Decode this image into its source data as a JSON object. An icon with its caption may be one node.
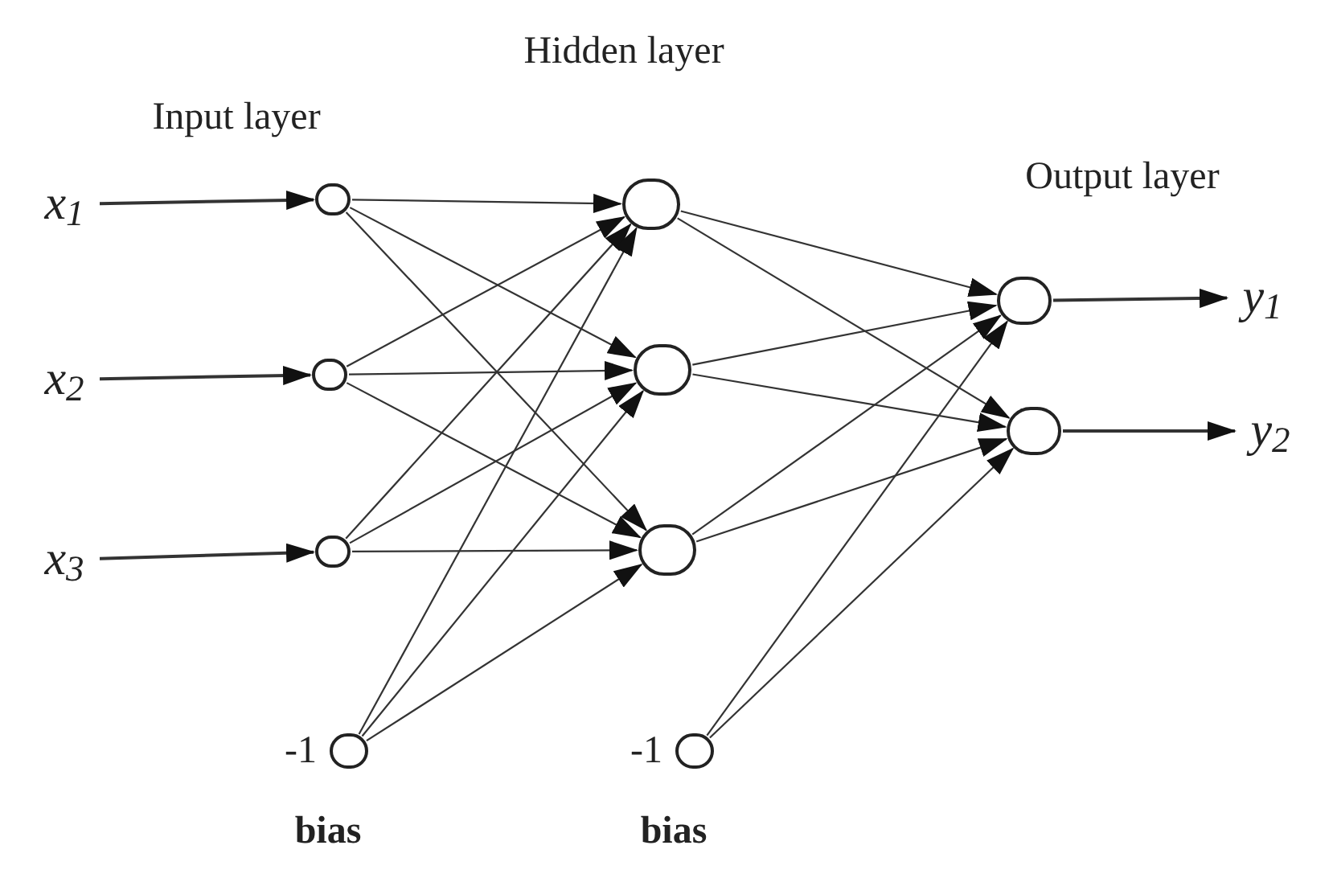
{
  "diagram": {
    "nodes": [
      {
        "text": [
          "x$_{1}$"
        ]
      },
      {
        "text": [
          "x$_{2}$"
        ]
      },
      {
        "text": [
          "x$_{3}$"
        ]
      },
      {
        "text": [],
        "shape": "circle"
      },
      {
        "text": [],
        "shape": "circle"
      },
      {
        "text": [],
        "shape": "circle"
      },
      {
        "text": [],
        "shape": "circle",
        "beside": [
          "-1",
          "bias"
        ]
      },
      {
        "text": [],
        "shape": "circle"
      },
      {
        "text": [],
        "shape": "circle"
      },
      {
        "text": [],
        "shape": "circle"
      },
      {
        "text": [],
        "shape": "circle",
        "beside": [
          "-1",
          "bias"
        ]
      },
      {
        "text": [],
        "shape": "circle"
      },
      {
        "text": [],
        "shape": "circle"
      },
      {
        "text": [
          "y$_{1}$"
        ]
      },
      {
        "text": [
          "y$_{2}$"
        ]
      }
    ],
    "edges": [
      {
        "from": 0,
        "to": 3,
        "arrow": "to"
      },
      {
        "from": 1,
        "to": 4,
        "arrow": "to"
      },
      {
        "from": 2,
        "to": 5,
        "arrow": "to"
      },
      {
        "from": 3,
        "to": 7,
        "arrow": "to"
      },
      {
        "from": 3,
        "to": 8,
        "arrow": "to"
      },
      {
        "from": 3,
        "to": 9,
        "arrow": "to"
      },
      {
        "from": 4,
        "to": 7,
        "arrow": "to"
      },
      {
        "from": 4,
        "to": 8,
        "arrow": "to"
      },
      {
        "from": 4,
        "to": 9,
        "arrow": "to"
      },
      {
        "from": 5,
        "to": 7,
        "arrow": "to"
      },
      {
        "from": 5,
        "to": 8,
        "arrow": "to"
      },
      {
        "from": 5,
        "to": 9,
        "arrow": "to"
      },
      {
        "from": 6,
        "to": 7,
        "arrow": "to"
      },
      {
        "from": 6,
        "to": 8,
        "arrow": "to"
      },
      {
        "from": 6,
        "to": 9,
        "arrow": "to"
      },
      {
        "from": 7,
        "to": 11,
        "arrow": "to"
      },
      {
        "from": 7,
        "to": 12,
        "arrow": "to"
      },
      {
        "from": 8,
        "to": 11,
        "arrow": "to"
      },
      {
        "from": 8,
        "to": 12,
        "arrow": "to"
      },
      {
        "from": 9,
        "to": 11,
        "arrow": "to"
      },
      {
        "from": 9,
        "to": 12,
        "arrow": "to"
      },
      {
        "from": 10,
        "to": 11,
        "arrow": "to"
      },
      {
        "from": 10,
        "to": 12,
        "arrow": "to"
      },
      {
        "from": 11,
        "to": 13,
        "arrow": "to"
      },
      {
        "from": 12,
        "to": 14,
        "arrow": "to"
      }
    ],
    "labels": [
      "Hidden layer",
      "Input layer",
      "Output layer"
    ]
  }
}
